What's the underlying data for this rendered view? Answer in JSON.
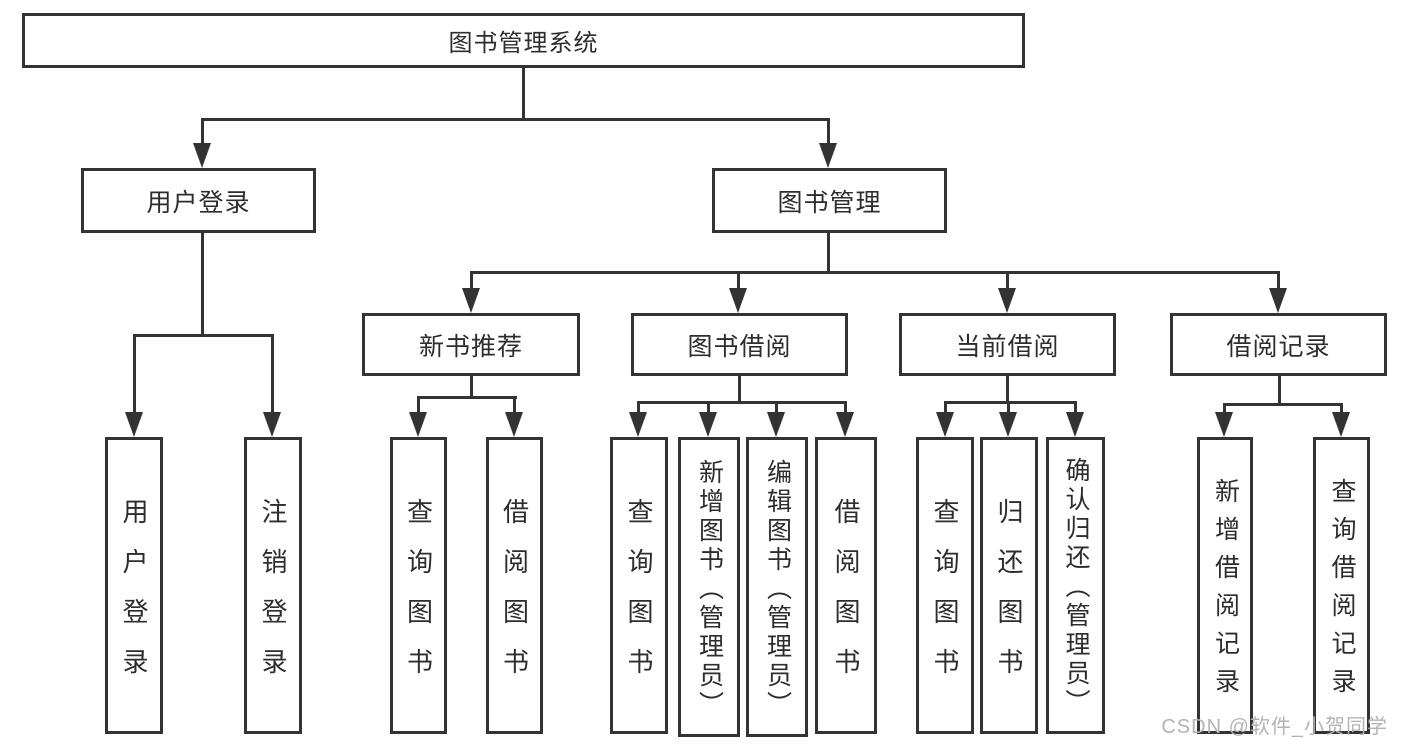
{
  "tree": {
    "root": {
      "label": "图书管理系统",
      "children": [
        {
          "label": "用户登录",
          "children": [
            {
              "label": "用户登录"
            },
            {
              "label": "注销登录"
            }
          ]
        },
        {
          "label": "图书管理",
          "children": [
            {
              "label": "新书推荐",
              "children": [
                {
                  "label": "查询图书"
                },
                {
                  "label": "借阅图书"
                }
              ]
            },
            {
              "label": "图书借阅",
              "children": [
                {
                  "label": "查询图书"
                },
                {
                  "label": "新增图书（管理员）"
                },
                {
                  "label": "编辑图书（管理员）"
                },
                {
                  "label": "借阅图书"
                }
              ]
            },
            {
              "label": "当前借阅",
              "children": [
                {
                  "label": "查询图书"
                },
                {
                  "label": "归还图书"
                },
                {
                  "label": "确认归还（管理员）"
                }
              ]
            },
            {
              "label": "借阅记录",
              "children": [
                {
                  "label": "新增借阅记录"
                },
                {
                  "label": "查询借阅记录"
                }
              ]
            }
          ]
        }
      ]
    }
  },
  "watermark": {
    "text": "CSDN @软件_小贺同学"
  },
  "colors": {
    "line": "#333333",
    "text": "#2d2d2d",
    "watermark": "#b3b3b3"
  }
}
